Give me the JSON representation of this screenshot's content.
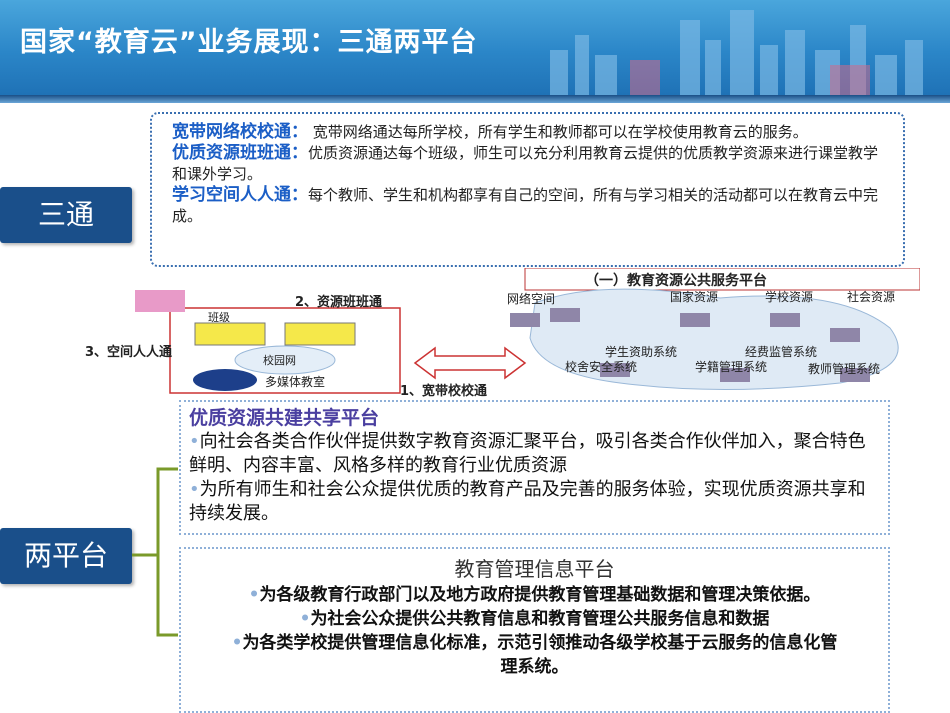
{
  "header": {
    "title": "国家“教育云”业务展现：三通两平台"
  },
  "tags": {
    "santong": "三通",
    "liangpingtai": "两平台"
  },
  "santong": [
    {
      "name": "宽带网络校校通：",
      "text": "  宽带网络通达每所学校，所有学生和教师都可以在学校使用教育云的服务。"
    },
    {
      "name": "优质资源班班通：",
      "text": "优质资源通达每个班级，师生可以充分利用教育云提供的优质教学资源来进行课堂教学和课外学习。"
    },
    {
      "name": "学习空间人人通：",
      "text": "每个教师、学生和机构都享有自己的空间，所有与学习相关的活动都可以在教育云中完成。"
    }
  ],
  "diagram": {
    "platform_title": "（一）教育资源公共服务平台",
    "label_network": "网络空间",
    "label_national": "国家资源",
    "label_school": "学校资源",
    "label_social": "社会资源",
    "label_student_aid": "学生资助系统",
    "label_fund": "经费监管系统",
    "label_safety": "校舍安全系统",
    "label_status": "学籍管理系统",
    "label_teacher": "教师管理系统",
    "label_banji": "班级",
    "label_campus_net": "校园网",
    "label_multimedia": "多媒体教室",
    "label_2": "2、资源班班通",
    "label_3": "3、空间人人通",
    "label_1": "1、宽带校校通"
  },
  "platform1": {
    "title": "优质资源共建共享平台",
    "items": [
      "向社会各类合作伙伴提供数字教育资源汇聚平台，吸引各类合作伙伴加入，聚合特色鲜明、内容丰富、风格多样的教育行业优质资源",
      "为所有师生和社会公众提供优质的教育产品及完善的服务体验，实现优质资源共享和持续发展。"
    ]
  },
  "platform2": {
    "title": "教育管理信息平台",
    "items": [
      "为各级教育行政部门以及地方政府提供教育管理基础数据和管理决策依据。",
      "为社会公众提供公共教育信息和教育管理公共服务信息和数据",
      "为各类学校提供管理信息化标准，示范引领推动各级学校基于云服务的信息化管理系统。"
    ]
  }
}
